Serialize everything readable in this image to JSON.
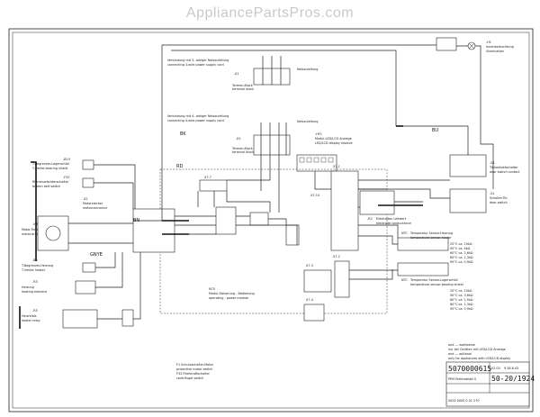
{
  "watermark": "AppliancePartsPros.com",
  "top_right": {
    "code": "-H1",
    "label_de": "Innenbeleuchtung",
    "label_en": "illumination"
  },
  "supply3": {
    "de": "Verbindung mit 3- adriger Netzzuleitung",
    "en": "connecting   3-wire power supply cord",
    "terminal": "-X1",
    "block_de": "Termen-Block",
    "block_en": "terminal block",
    "tag": "Netzzuleitung"
  },
  "supply4": {
    "de": "Verbindung mit 4- adriger Netzzuleitung",
    "en": "connecting   4-wire power supply cord",
    "terminal": "-X1",
    "block_de": "Termen-Block",
    "block_en": "terminal block",
    "tag": "Netzzuleitung"
  },
  "display": {
    "code": "-HF1",
    "de": "Modul-LED/LCD Anzeige",
    "en": "LED/LCD display module",
    "conn": "X7-10"
  },
  "left_components": [
    {
      "code": "-B19",
      "de": "T-Begrenzer-Lagerschild",
      "en": "T-limiter-bearing shield"
    },
    {
      "code": "-F32",
      "de": "Riemenwächterschalter",
      "en": "broken belt switch"
    },
    {
      "code": "-X2",
      "de": "Motorstecker",
      "en": "motorconnector"
    },
    {
      "code": "-M8",
      "de": "Motor-Trommel",
      "en": "motor-drum"
    },
    {
      "code": "-B9",
      "de": "T-Begrenzer-Heizung",
      "en": "T-limiter heater"
    },
    {
      "code": "-R3",
      "de": "Heizung",
      "en": "heating element"
    },
    {
      "code": "-R5",
      "de": "Heizrelais",
      "en": "heater relay"
    }
  ],
  "right_components": [
    {
      "code": "-S4",
      "de": "Türkontaktschalter",
      "en": "door switch contact"
    },
    {
      "code": "-S1",
      "de": "Schalter-Tür",
      "en": "door switch"
    },
    {
      "code": "-R2",
      "de": "Elektroden Leitwert",
      "en": "electrode conductance"
    },
    {
      "code": "NTC",
      "de": "Temperatur Sensor-Heizung",
      "en": "temperature sensor-heater"
    },
    {
      "code": "NTC",
      "de": "Temperatur Sensor-Lagerschild",
      "en": "temperature sensor-bearing shield"
    }
  ],
  "ntc_values_1": [
    "25°C ca. 10kΩ",
    "50°C ca. 4kΩ",
    "60°C ca. 2,6kΩ",
    "80°C ca. 1,3kΩ",
    "95°C ca. 0,9kΩ"
  ],
  "ntc_values_2": [
    "25°C ca. 10kΩ",
    "50°C ca. 3,6kΩ",
    "60°C ca. 2,5kΩ",
    "80°C ca. 1,3kΩ",
    "95°C ca. 0,9kΩ"
  ],
  "power_module": {
    "code": "N70",
    "de": "Modul-Steuerung - Bedienung",
    "en": "operating - power module"
  },
  "connectors": [
    "X7-7",
    "X7-1",
    "X7-2",
    "X7-3",
    "X7-4",
    "X7-5",
    "X7-6"
  ],
  "wire_tags": [
    "BU",
    "BK",
    "BN",
    "GNYE",
    "RD"
  ],
  "footer_left": [
    "F1   Schutzschalter-Motor",
    "      protective motor switch",
    "F33  Fliehkraftschalter",
    "      centrifugal switch"
  ],
  "footer_right": [
    "and --- wahlweise",
    "nur bei Geräten mit LED/LCD Anzeige",
    "and --- optional",
    "only for appliances with LED/LCD display"
  ],
  "title_block": {
    "doc": "5070000615",
    "rev": "02.03",
    "date": "9.28.8.43",
    "model": "PEM Elektroblatt 0",
    "sheet": "50-20/1924",
    "small": "0000 0000 0 01 270"
  }
}
